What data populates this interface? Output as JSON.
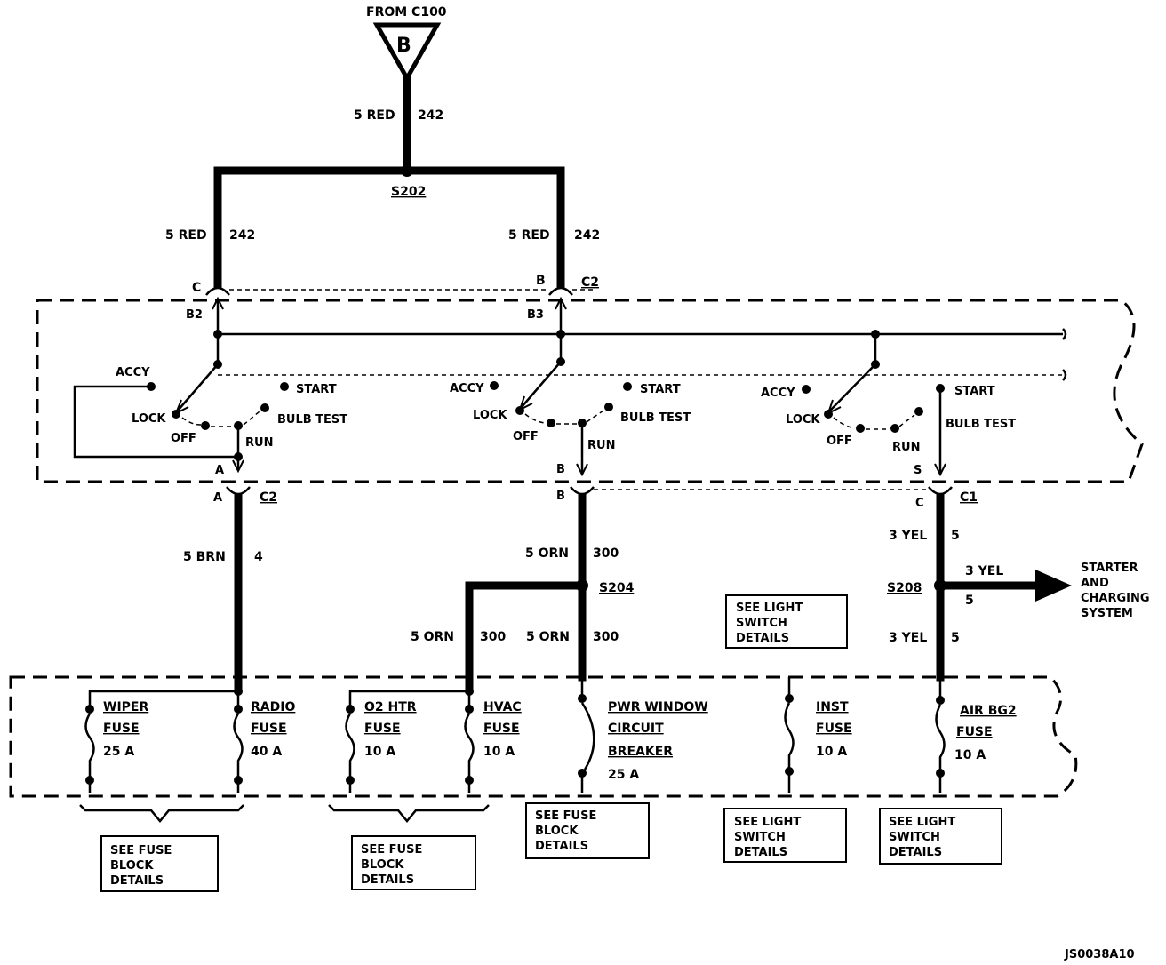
{
  "source": {
    "label": "FROM C100",
    "letter": "B"
  },
  "wires": {
    "feed": {
      "gauge": "5 RED",
      "circuit": "242"
    },
    "left_branch": {
      "gauge": "5 RED",
      "circuit": "242"
    },
    "right_branch": {
      "gauge": "5 RED",
      "circuit": "242"
    },
    "out_a": {
      "gauge": "5 BRN",
      "circuit": "4"
    },
    "out_b_top": {
      "gauge": "5 ORN",
      "circuit": "300"
    },
    "out_b_left": {
      "gauge": "5 ORN",
      "circuit": "300"
    },
    "out_b_right": {
      "gauge": "5 ORN",
      "circuit": "300"
    },
    "out_c_top": {
      "gauge": "3 YEL",
      "circuit": "5"
    },
    "out_c_bottom": {
      "gauge": "3 YEL",
      "circuit": "5"
    },
    "out_c_arrow": {
      "gauge": "3 YEL",
      "circuit": "5"
    }
  },
  "splices": {
    "s202": "S202",
    "s204": "S204",
    "s208": "S208"
  },
  "connectors": {
    "top_c": "C",
    "top_b": "B",
    "top_c2": "C2",
    "pin_b2": "B2",
    "pin_b3": "B3",
    "bot_a_inner": "A",
    "bot_a": "A",
    "bot_c2": "C2",
    "bot_b_inner": "B",
    "bot_b": "B",
    "bot_s_inner": "S",
    "bot_c": "C",
    "bot_c1": "C1"
  },
  "switch_positions": {
    "accy": "ACCY",
    "lock": "LOCK",
    "off": "OFF",
    "run": "RUN",
    "start": "START",
    "bulb_test": "BULB TEST"
  },
  "starter_ref": [
    "STARTER",
    "AND",
    "CHARGING",
    "SYSTEM"
  ],
  "fuses": [
    {
      "name": "WIPER",
      "type": "FUSE",
      "rating": "25 A"
    },
    {
      "name": "RADIO",
      "type": "FUSE",
      "rating": "40 A"
    },
    {
      "name": "O2 HTR",
      "type": "FUSE",
      "rating": "10 A"
    },
    {
      "name": "HVAC",
      "type": "FUSE",
      "rating": "10 A"
    },
    {
      "name": "PWR WINDOW",
      "type": "CIRCUIT",
      "type2": "BREAKER",
      "rating": "25 A"
    },
    {
      "name": "INST",
      "type": "FUSE",
      "rating": "10 A"
    },
    {
      "name": "AIR BG2",
      "type": "FUSE",
      "rating": "10 A"
    }
  ],
  "notes": {
    "light_switch_mid": [
      "SEE LIGHT",
      "SWITCH",
      "DETAILS"
    ],
    "fuse_block_1": [
      "SEE FUSE",
      "BLOCK",
      "DETAILS"
    ],
    "fuse_block_2": [
      "SEE FUSE",
      "BLOCK",
      "DETAILS"
    ],
    "fuse_block_3": [
      "SEE FUSE",
      "BLOCK",
      "DETAILS"
    ],
    "light_switch_1": [
      "SEE LIGHT",
      "SWITCH",
      "DETAILS"
    ],
    "light_switch_2": [
      "SEE LIGHT",
      "SWITCH",
      "DETAILS"
    ]
  },
  "figure_id": "JS0038A10"
}
